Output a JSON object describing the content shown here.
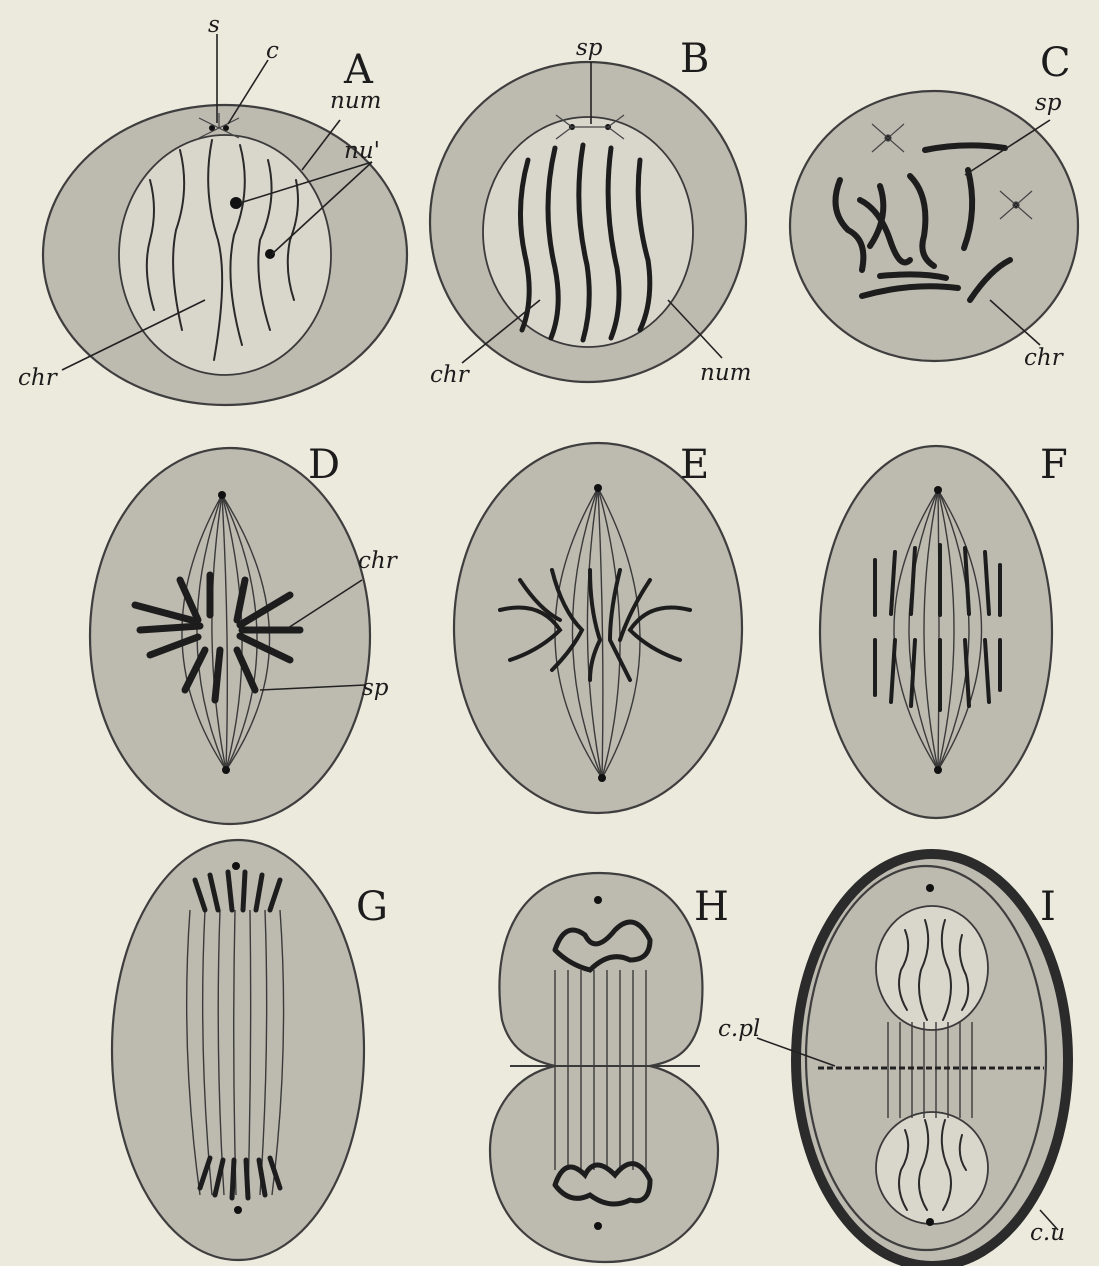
{
  "panels": [
    {
      "id": "A",
      "letter": "A"
    },
    {
      "id": "B",
      "letter": "B"
    },
    {
      "id": "C",
      "letter": "C"
    },
    {
      "id": "D",
      "letter": "D"
    },
    {
      "id": "E",
      "letter": "E"
    },
    {
      "id": "F",
      "letter": "F"
    },
    {
      "id": "G",
      "letter": "G"
    },
    {
      "id": "H",
      "letter": "H"
    },
    {
      "id": "I",
      "letter": "I"
    }
  ],
  "labels": {
    "a_s": "s",
    "a_c": "c",
    "a_num": "num",
    "a_nu": "nu'",
    "a_chr": "chr",
    "b_sp": "sp",
    "b_chr": "chr",
    "b_num": "num",
    "c_sp": "sp",
    "c_chr": "chr",
    "d_chr": "chr",
    "d_sp": "sp",
    "i_cpl": "c.pl",
    "i_cu": "c.u"
  }
}
